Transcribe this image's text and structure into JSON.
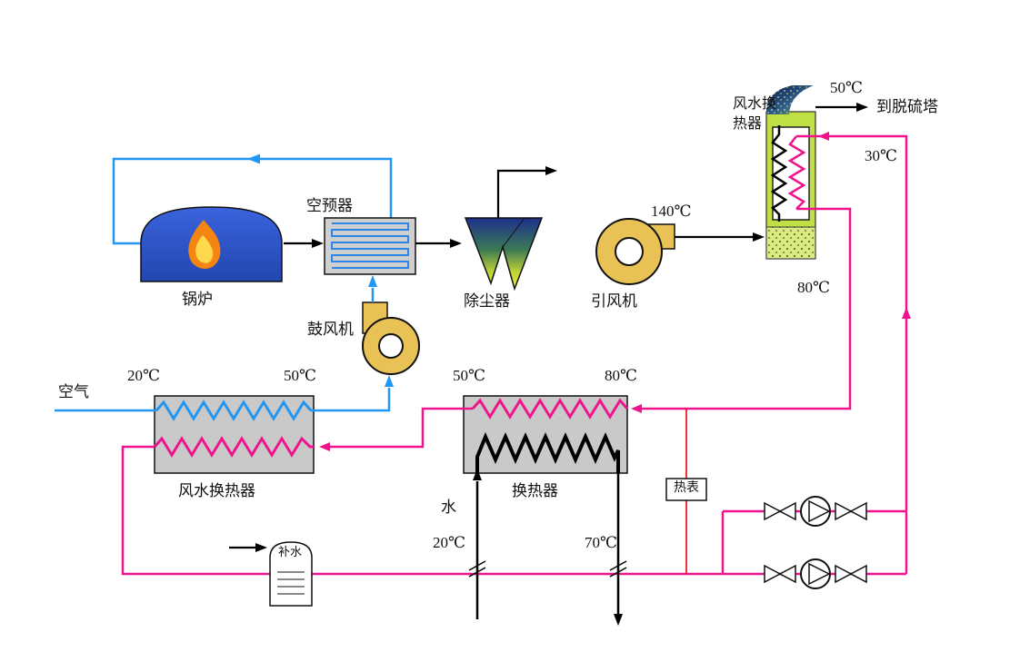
{
  "colors": {
    "air_line": "#2196f3",
    "hot_water_line": "#f0148c",
    "flue_line": "#000000",
    "meter_line": "#ee0000",
    "fan_body": "#e8c254",
    "exchanger_box": "#cccccc",
    "boiler_body": "#2e55cb",
    "top_hx_body": "#c0e046"
  },
  "labels": {
    "air": "空气",
    "boiler": "锅炉",
    "air_preheater": "空预器",
    "blower": "鼓风机",
    "dust_collector": "除尘器",
    "induced_fan": "引风机",
    "top_hx": "风水换热器",
    "bottom_hx": "风水换热器",
    "water_hx": "换热器",
    "heat_meter": "热表",
    "makeup_water": "补水",
    "water": "水",
    "to_desulf_tower": "到脱硫塔"
  },
  "temperatures": {
    "air_in": "20℃",
    "air_out": "50℃",
    "flue_after_fan": "140℃",
    "stack_outlet": "50℃",
    "hx_return": "30℃",
    "hx_supply": "80℃",
    "primary_out": "50℃",
    "primary_in": "80℃",
    "secondary_in": "20℃",
    "secondary_out": "70℃"
  }
}
